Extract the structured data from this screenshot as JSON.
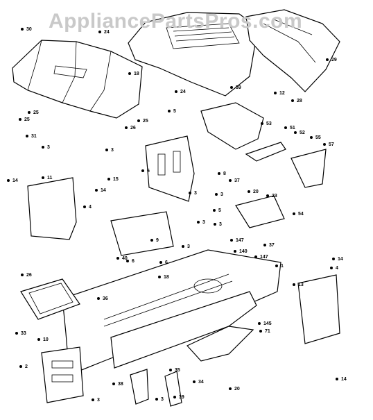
{
  "watermark": "AppliancePartsPros.com",
  "callouts": [
    "30",
    "24",
    "18",
    "12",
    "28",
    "29",
    "24",
    "25",
    "25",
    "26",
    "25",
    "59",
    "31",
    "3",
    "5",
    "3",
    "6",
    "53",
    "51",
    "52",
    "55",
    "57",
    "8",
    "11",
    "14",
    "14",
    "4",
    "15",
    "3",
    "37",
    "20",
    "23",
    "54",
    "5",
    "3",
    "9",
    "6",
    "40",
    "3",
    "147",
    "140",
    "147",
    "1",
    "18",
    "26",
    "36",
    "33",
    "10",
    "2",
    "3",
    "38",
    "3",
    "39",
    "35",
    "34",
    "20",
    "145",
    "71",
    "14",
    "4",
    "13",
    "14",
    "3",
    "37",
    "3",
    "6"
  ]
}
